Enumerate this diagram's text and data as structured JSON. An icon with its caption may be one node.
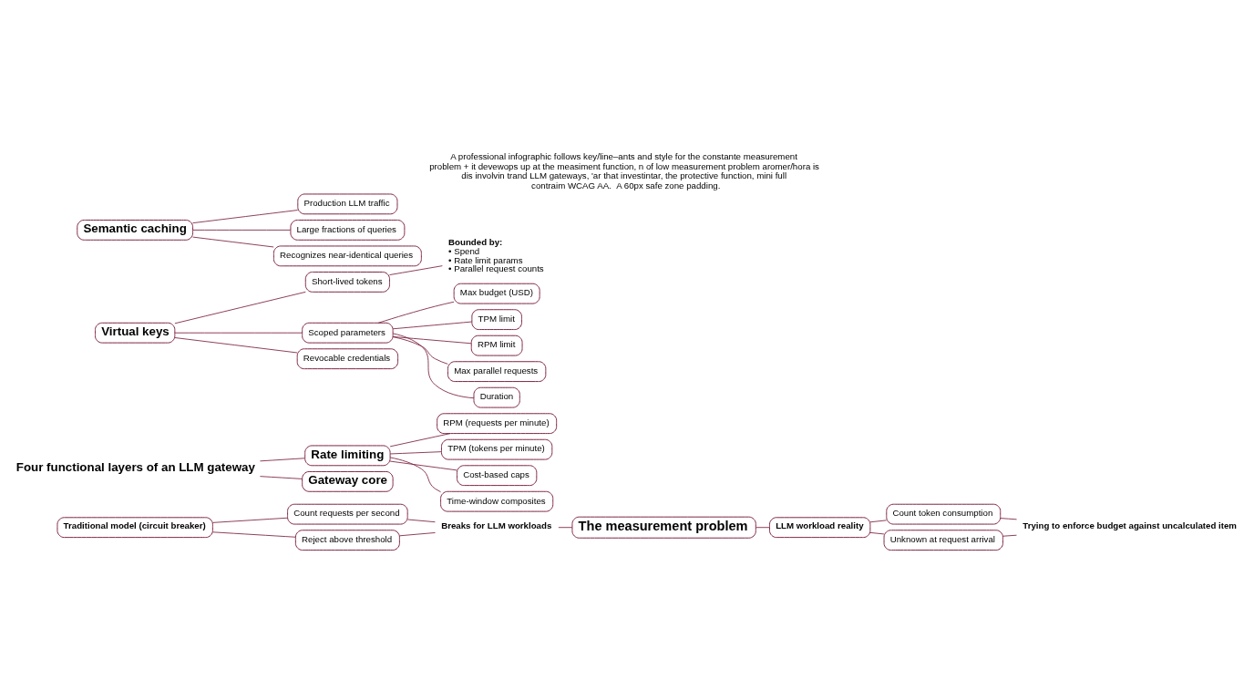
{
  "diagram": {
    "title": "A professional infographic follows key/line–ants and style for the constante measurement problem + it devewops up at the measiment function, n of low measurement problem aromer/hora is dis involvin trand LLM gateways, 'ar that investintar, the protective function, mini full contraim WCAG AA.  A 60px safe zone padding.",
    "nodes": [
      {
        "text": [
          "Traditional model (circuit breaker)"
        ]
      },
      {
        "text": [
          "Count requests per second"
        ]
      },
      {
        "text": [
          "Reject above threshold"
        ]
      },
      {
        "text": [
          "Breaks for LLM workloads"
        ]
      },
      {
        "text": [
          "The measurement problem"
        ]
      },
      {
        "text": [
          "LLM workload reality"
        ]
      },
      {
        "text": [
          "Count token consumption"
        ]
      },
      {
        "text": [
          "Unknown at request arrival"
        ]
      },
      {
        "text": [
          "Trying to enforce budget against uncalculated item"
        ]
      },
      {
        "text": [
          "Four functional layers of an LLM gateway"
        ]
      },
      {
        "text": [
          "Rate limiting"
        ]
      },
      {
        "text": [
          "RPM (requests per minute)"
        ]
      },
      {
        "text": [
          "TPM (tokens per minute)"
        ]
      },
      {
        "text": [
          "Cost-based caps"
        ]
      },
      {
        "text": [
          "Time-window composites"
        ]
      },
      {
        "text": [
          "Virtual keys"
        ]
      },
      {
        "text": [
          "Short-lived tokens"
        ]
      },
      {
        "text": [
          "Scoped parameters"
        ]
      },
      {
        "text": [
          "Revocable credentials"
        ]
      },
      {
        "text": [
          "Bounded by:",
          "• Spend",
          "• Rate limit params",
          "• Parallel request counts"
        ]
      },
      {
        "text": [
          "Max budget (USD)"
        ]
      },
      {
        "text": [
          "TPM limit"
        ]
      },
      {
        "text": [
          "RPM limit"
        ]
      },
      {
        "text": [
          "Max parallel requests"
        ]
      },
      {
        "text": [
          "Duration"
        ]
      },
      {
        "text": [
          "Semantic caching"
        ]
      },
      {
        "text": [
          "Production LLM traffic"
        ]
      },
      {
        "text": [
          "Large fractions of queries"
        ]
      },
      {
        "text": [
          "Recognizes near-identical queries"
        ]
      },
      {
        "text": [
          "Gateway core"
        ]
      }
    ],
    "edges": [
      {
        "from": 0,
        "to": 1,
        "arrow": "none"
      },
      {
        "from": 0,
        "to": 2,
        "arrow": "none"
      },
      {
        "from": 1,
        "to": 3,
        "arrow": "none"
      },
      {
        "from": 2,
        "to": 3,
        "arrow": "none"
      },
      {
        "from": 3,
        "to": 4,
        "arrow": "none"
      },
      {
        "from": 4,
        "to": 5,
        "arrow": "none"
      },
      {
        "from": 5,
        "to": 6,
        "arrow": "none"
      },
      {
        "from": 5,
        "to": 7,
        "arrow": "none"
      },
      {
        "from": 6,
        "to": 8,
        "arrow": "none"
      },
      {
        "from": 7,
        "to": 8,
        "arrow": "none"
      },
      {
        "from": 9,
        "to": 10,
        "arrow": "none"
      },
      {
        "from": 9,
        "to": 29,
        "arrow": "none"
      },
      {
        "from": 10,
        "to": 11,
        "arrow": "none"
      },
      {
        "from": 10,
        "to": 12,
        "arrow": "none"
      },
      {
        "from": 10,
        "to": 13,
        "arrow": "none"
      },
      {
        "from": 10,
        "to": 14,
        "arrow": "none"
      },
      {
        "from": 15,
        "to": 16,
        "arrow": "none"
      },
      {
        "from": 15,
        "to": 17,
        "arrow": "none"
      },
      {
        "from": 15,
        "to": 18,
        "arrow": "none"
      },
      {
        "from": 16,
        "to": 19,
        "arrow": "none"
      },
      {
        "from": 17,
        "to": 20,
        "arrow": "none"
      },
      {
        "from": 17,
        "to": 21,
        "arrow": "none"
      },
      {
        "from": 17,
        "to": 22,
        "arrow": "none"
      },
      {
        "from": 17,
        "to": 23,
        "arrow": "none"
      },
      {
        "from": 17,
        "to": 24,
        "arrow": "none"
      },
      {
        "from": 25,
        "to": 26,
        "arrow": "none"
      },
      {
        "from": 25,
        "to": 27,
        "arrow": "none"
      },
      {
        "from": 25,
        "to": 28,
        "arrow": "none"
      }
    ]
  }
}
